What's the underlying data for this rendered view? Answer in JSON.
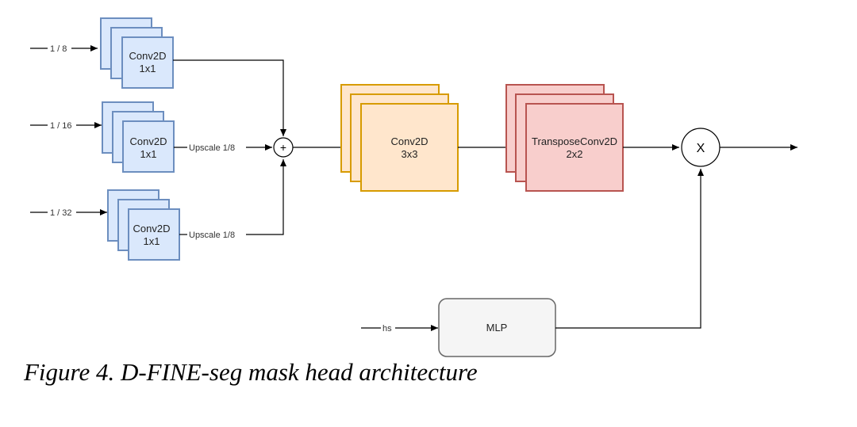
{
  "caption": "Figure 4. D-FINE-seg mask head architecture",
  "inputs": {
    "scale_1_8": "1 / 8",
    "scale_1_16": "1 / 16",
    "scale_1_32": "1 / 32",
    "hs": "hs"
  },
  "blocks": {
    "conv1x1_top": {
      "line1": "Conv2D",
      "line2": "1x1"
    },
    "conv1x1_mid": {
      "line1": "Conv2D",
      "line2": "1x1"
    },
    "conv1x1_bot": {
      "line1": "Conv2D",
      "line2": "1x1"
    },
    "conv3x3": {
      "line1": "Conv2D",
      "line2": "3x3"
    },
    "transpose": {
      "line1": "TransposeConv2D",
      "line2": "2x2"
    },
    "mlp": "MLP"
  },
  "edges": {
    "upscale_mid": "Upscale 1/8",
    "upscale_bot": "Upscale 1/8"
  },
  "ops": {
    "add": "+",
    "multiply": "X"
  },
  "colors": {
    "blue_fill": "#dae8fc",
    "blue_stroke": "#6c8ebf",
    "orange_fill": "#ffe6cc",
    "orange_stroke": "#d79b00",
    "red_fill": "#f8cecc",
    "red_stroke": "#b85450",
    "gray_fill": "#f5f5f5",
    "gray_stroke": "#666666"
  }
}
